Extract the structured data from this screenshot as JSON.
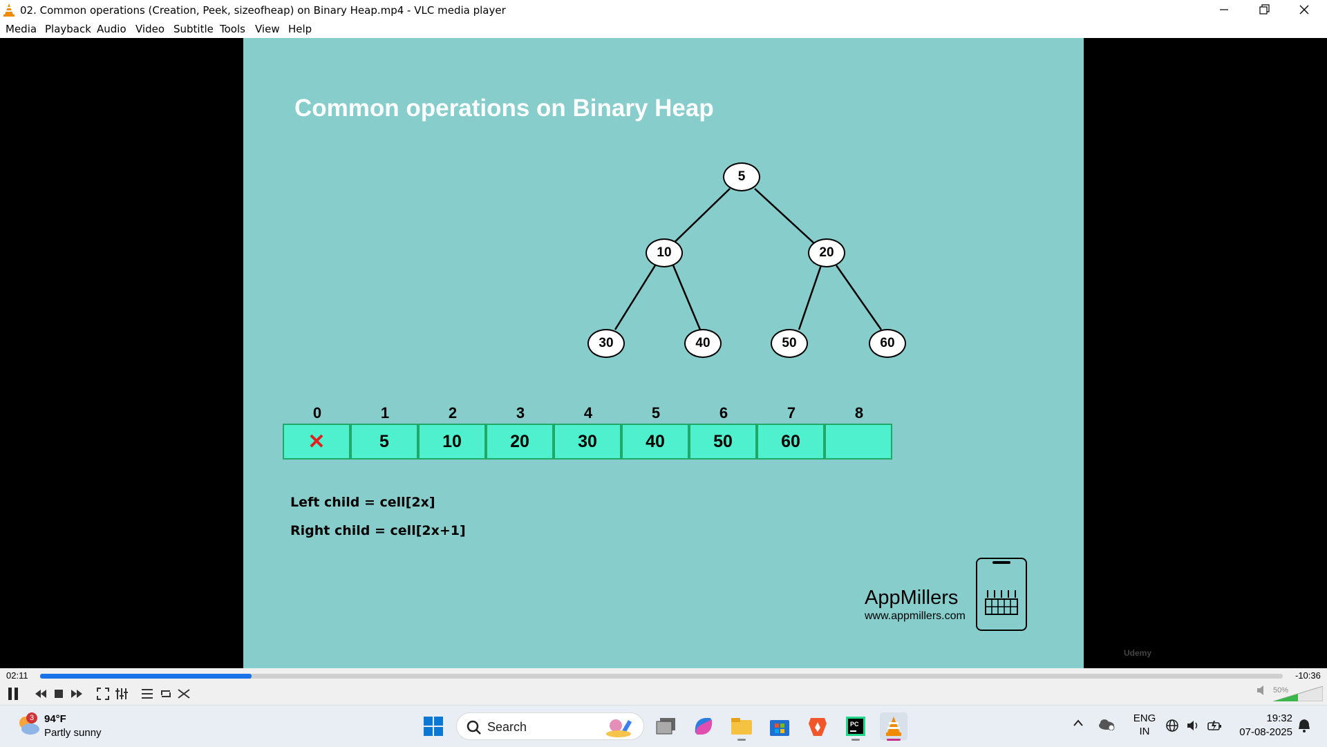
{
  "window": {
    "title": "02. Common operations (Creation, Peek, sizeofheap) on Binary Heap.mp4 - VLC media player"
  },
  "menu": [
    "Media",
    "Playback",
    "Audio",
    "Video",
    "Subtitle",
    "Tools",
    "View",
    "Help"
  ],
  "slide": {
    "title": "Common operations on Binary Heap",
    "tree_nodes": [
      "5",
      "10",
      "20",
      "30",
      "40",
      "50",
      "60"
    ],
    "indices": [
      "0",
      "1",
      "2",
      "3",
      "4",
      "5",
      "6",
      "7",
      "8"
    ],
    "cells": [
      "✕",
      "5",
      "10",
      "20",
      "30",
      "40",
      "50",
      "60",
      ""
    ],
    "left_child": "Left child = cell[2x]",
    "right_child": "Right child = cell[2x+1]",
    "brand": "AppMillers",
    "brand_url": "www.appmillers.com",
    "watermark": "Udemy"
  },
  "player": {
    "elapsed": "02:11",
    "remaining": "-10:36",
    "progress_fraction": 0.17,
    "volume": "50%",
    "accent": "#1a73e8"
  },
  "taskbar": {
    "weather_badge": "3",
    "weather_temp": "94°F",
    "weather_desc": "Partly sunny",
    "search_label": "Search",
    "lang_line1": "ENG",
    "lang_line2": "IN",
    "time": "19:32",
    "date": "07-08-2025"
  },
  "icons": [
    "vlc-cone-icon",
    "minimize-icon",
    "restore-icon",
    "close-icon",
    "play-pause-icon",
    "previous-icon",
    "stop-icon",
    "next-icon",
    "fullscreen-icon",
    "extended-settings-icon",
    "playlist-icon",
    "loop-icon",
    "shuffle-icon",
    "mute-icon",
    "windows-start-icon",
    "search-icon",
    "task-view-icon",
    "copilot-icon",
    "file-explorer-icon",
    "store-icon",
    "brave-icon",
    "pycharm-icon",
    "vlc-taskbar-icon",
    "tray-overflow-icon",
    "onedrive-icon",
    "network-icon",
    "speaker-icon",
    "battery-icon",
    "notification-icon"
  ]
}
